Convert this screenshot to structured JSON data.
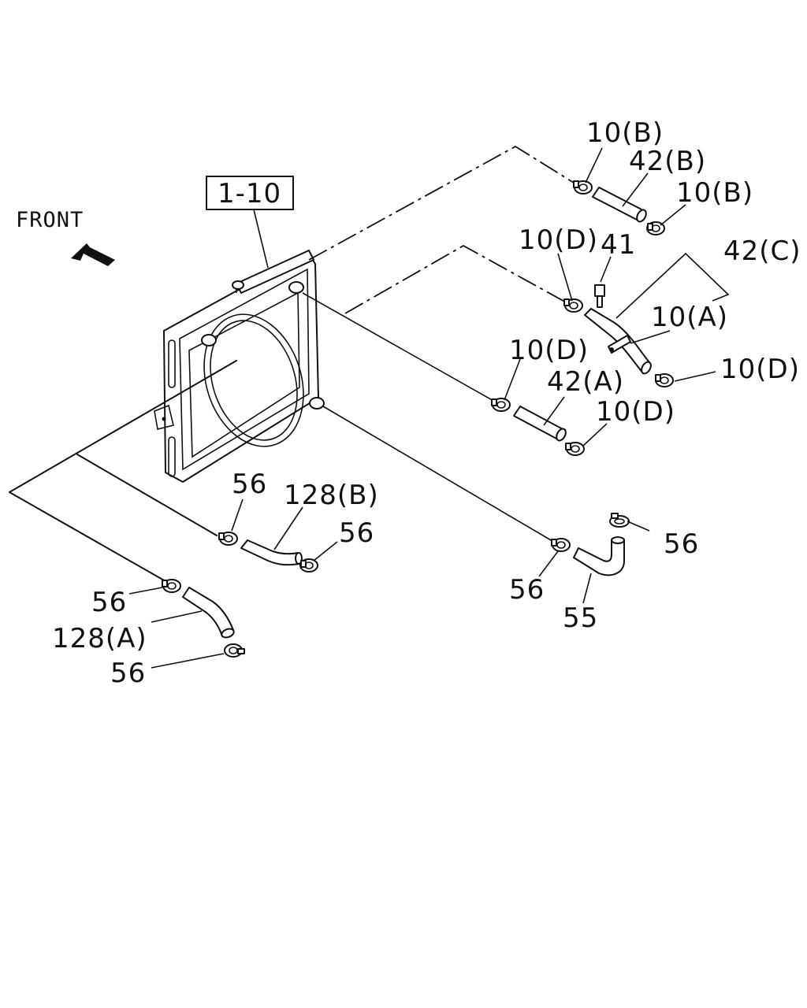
{
  "front_label": "FRONT",
  "assembly_ref": "1-10",
  "labels": {
    "c10b_top": "10(B)",
    "h42b": "42(B)",
    "c10b_right": "10(B)",
    "c10d_upper": "10(D)",
    "bolt41": "41",
    "h42c": "42(C)",
    "c10a": "10(A)",
    "c10d_mid": "10(D)",
    "c10d_right": "10(D)",
    "h42a": "42(A)",
    "c10d_lower": "10(D)",
    "c56_mid_left": "56",
    "h128b": "128(B)",
    "c56_mid_right": "56",
    "c56_right_top": "56",
    "c56_left": "56",
    "h128a": "128(A)",
    "c56_bottom": "56",
    "c56_right_bottom": "56",
    "h55": "55"
  }
}
